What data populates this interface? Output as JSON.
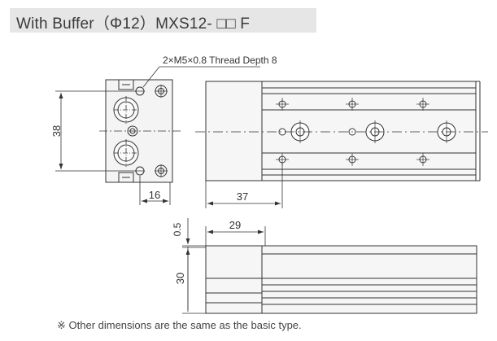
{
  "title": {
    "prefix": "With Buffer",
    "paren": "（Φ12）",
    "model": "MXS12-",
    "boxes": "□□",
    "suffix": "F"
  },
  "dimensions": {
    "thread_callout": "2×M5×0.8 Thread Depth 8",
    "height_38": "38",
    "width_16": "16",
    "length_37": "37",
    "length_29": "29",
    "gap_0_5": "0.5",
    "height_30": "30"
  },
  "note": "※ Other dimensions are the same as the basic type."
}
